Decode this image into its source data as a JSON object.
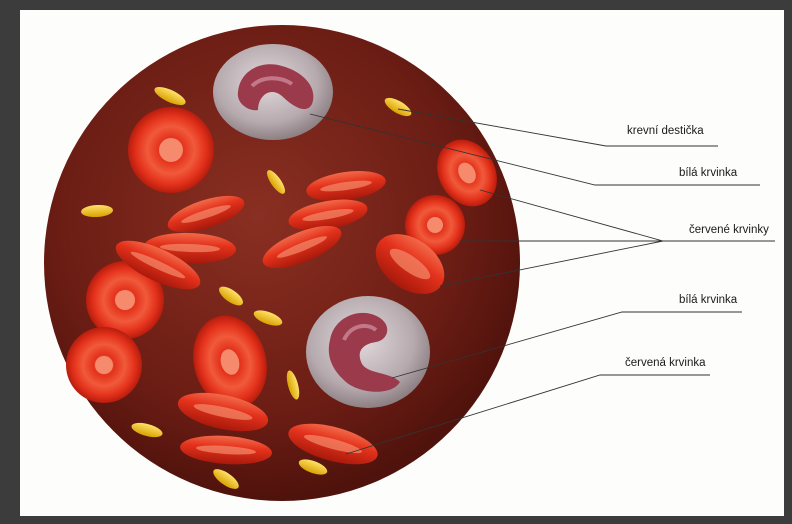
{
  "labels": {
    "platelet": "krevní destička",
    "white_cell_top": "bílá krvinka",
    "red_cells": "červené krvinky",
    "white_cell_bottom": "bílá krvinka",
    "red_cell": "červená krvinka"
  },
  "colors": {
    "background_circle": "#6b1d14",
    "red_cell": "#e4321c",
    "red_cell_center": "#f07a5a",
    "white_cell": "#c9c3c6",
    "nucleus": "#9a3a4a",
    "platelet": "#f2c21a",
    "leader_line": "#333333"
  }
}
